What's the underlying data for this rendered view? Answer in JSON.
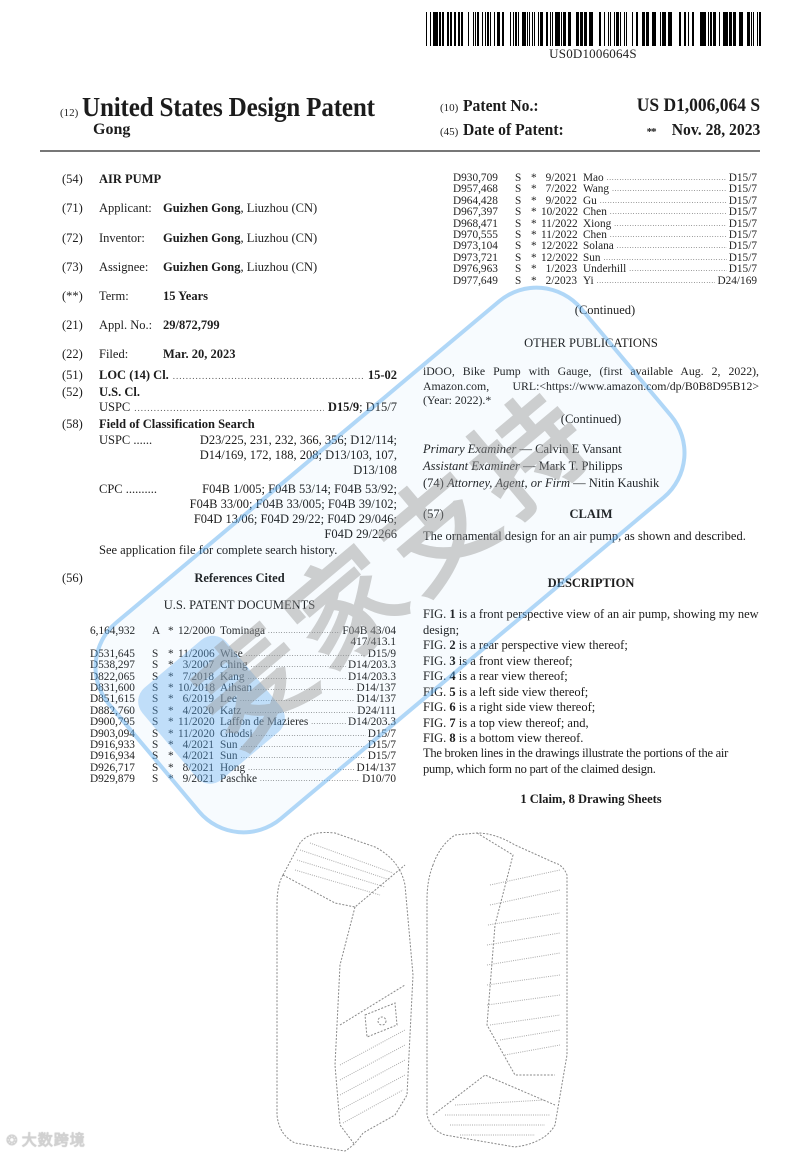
{
  "barcode": {
    "text": "US0D1006064S"
  },
  "header": {
    "inid_12": "(12)",
    "title": "United States Design Patent",
    "inventor_surname": "Gong",
    "patent_no": {
      "inid": "(10)",
      "label": "Patent No.:",
      "value": "US D1,006,064 S"
    },
    "date_of_patent": {
      "inid": "(45)",
      "label": "Date of Patent:",
      "marker": "**",
      "value": "Nov. 28, 2023"
    }
  },
  "biblio": {
    "title": {
      "inid": "(54)",
      "value": "AIR PUMP"
    },
    "applicant": {
      "inid": "(71)",
      "label": "Applicant:",
      "name": "Guizhen Gong",
      "location": ", Liuzhou (CN)"
    },
    "inventor": {
      "inid": "(72)",
      "label": "Inventor:",
      "name": "Guizhen Gong",
      "location": ", Liuzhou (CN)"
    },
    "assignee": {
      "inid": "(73)",
      "label": "Assignee:",
      "name": "Guizhen Gong",
      "location": ", Liuzhou (CN)"
    },
    "term": {
      "inid": "(**)",
      "label": "Term:",
      "value": "15 Years"
    },
    "appl_no": {
      "inid": "(21)",
      "label": "Appl. No.:",
      "value": "29/872,799"
    },
    "filed": {
      "inid": "(22)",
      "label": "Filed:",
      "value": "Mar. 20, 2023"
    },
    "loc": {
      "inid": "(51)",
      "label": "LOC (14) Cl.",
      "value": "15-02"
    },
    "us_cl": {
      "inid": "(52)",
      "label": "U.S. Cl.",
      "sub_label": "USPC",
      "value_bold": "D15/9",
      "value_rest": "; D15/7"
    },
    "field_search": {
      "inid": "(58)",
      "label": "Field of Classification Search",
      "uspc_label": "USPC ......",
      "uspc_lines": [
        "D23/225, 231, 232, 366, 356; D12/114;",
        "D14/169, 172, 188, 208; D13/103, 107,",
        "D13/108"
      ],
      "cpc_label": "CPC ..........",
      "cpc_lines": [
        "F04B 1/005; F04B 53/14; F04B 53/92;",
        "F04B 33/00; F04B 33/005; F04B 39/102;",
        "F04D 13/06; F04D 29/22; F04D 29/046;",
        "F04D 29/2266"
      ],
      "note": "See application file for complete search history."
    }
  },
  "references": {
    "inid": "(56)",
    "heading": "References Cited",
    "subheading": "U.S. PATENT DOCUMENTS",
    "left_list": [
      {
        "no": "6,164,932",
        "kind": "A",
        "star": "*",
        "date": "12/2000",
        "name": "Tominaga",
        "cl": "F04B 43/04",
        "cl2": "417/413.1"
      },
      {
        "no": "D531,645",
        "kind": "S",
        "star": "*",
        "date": "11/2006",
        "name": "Wise",
        "cl": "D15/9"
      },
      {
        "no": "D538,297",
        "kind": "S",
        "star": "*",
        "date": "3/2007",
        "name": "Ching",
        "cl": "D14/203.3"
      },
      {
        "no": "D822,065",
        "kind": "S",
        "star": "*",
        "date": "7/2018",
        "name": "Kang",
        "cl": "D14/203.3"
      },
      {
        "no": "D831,600",
        "kind": "S",
        "star": "*",
        "date": "10/2018",
        "name": "Aihsan",
        "cl": "D14/137"
      },
      {
        "no": "D851,615",
        "kind": "S",
        "star": "*",
        "date": "6/2019",
        "name": "Lee",
        "cl": "D14/137"
      },
      {
        "no": "D882,760",
        "kind": "S",
        "star": "*",
        "date": "4/2020",
        "name": "Katz",
        "cl": "D24/111"
      },
      {
        "no": "D900,795",
        "kind": "S",
        "star": "*",
        "date": "11/2020",
        "name": "Laffon de Mazieres",
        "cl": "D14/203.3"
      },
      {
        "no": "D903,094",
        "kind": "S",
        "star": "*",
        "date": "11/2020",
        "name": "Ghodsi",
        "cl": "D15/7"
      },
      {
        "no": "D916,933",
        "kind": "S",
        "star": "*",
        "date": "4/2021",
        "name": "Sun",
        "cl": "D15/7"
      },
      {
        "no": "D916,934",
        "kind": "S",
        "star": "*",
        "date": "4/2021",
        "name": "Sun",
        "cl": "D15/7"
      },
      {
        "no": "D926,717",
        "kind": "S",
        "star": "*",
        "date": "8/2021",
        "name": "Hong",
        "cl": "D14/137"
      },
      {
        "no": "D929,879",
        "kind": "S",
        "star": "*",
        "date": "9/2021",
        "name": "Paschke",
        "cl": "D10/70"
      }
    ],
    "right_list": [
      {
        "no": "D930,709",
        "kind": "S",
        "star": "*",
        "date": "9/2021",
        "name": "Mao",
        "cl": "D15/7"
      },
      {
        "no": "D957,468",
        "kind": "S",
        "star": "*",
        "date": "7/2022",
        "name": "Wang",
        "cl": "D15/7"
      },
      {
        "no": "D964,428",
        "kind": "S",
        "star": "*",
        "date": "9/2022",
        "name": "Gu",
        "cl": "D15/7"
      },
      {
        "no": "D967,397",
        "kind": "S",
        "star": "*",
        "date": "10/2022",
        "name": "Chen",
        "cl": "D15/7"
      },
      {
        "no": "D968,471",
        "kind": "S",
        "star": "*",
        "date": "11/2022",
        "name": "Xiong",
        "cl": "D15/7"
      },
      {
        "no": "D970,555",
        "kind": "S",
        "star": "*",
        "date": "11/2022",
        "name": "Chen",
        "cl": "D15/7"
      },
      {
        "no": "D973,104",
        "kind": "S",
        "star": "*",
        "date": "12/2022",
        "name": "Solana",
        "cl": "D15/7"
      },
      {
        "no": "D973,721",
        "kind": "S",
        "star": "*",
        "date": "12/2022",
        "name": "Sun",
        "cl": "D15/7"
      },
      {
        "no": "D976,963",
        "kind": "S",
        "star": "*",
        "date": "1/2023",
        "name": "Underhill",
        "cl": "D15/7"
      },
      {
        "no": "D977,649",
        "kind": "S",
        "star": "*",
        "date": "2/2023",
        "name": "Yi",
        "cl": "D24/169"
      }
    ],
    "continued": "(Continued)"
  },
  "other_publications": {
    "heading": "OTHER PUBLICATIONS",
    "text": "iDOO, Bike Pump with Gauge, (first available Aug. 2, 2022), Amazon.com, URL:<https://www.amazon.com/dp/B0B8D95B12> (Year: 2022).*",
    "continued": "(Continued)"
  },
  "examiners": {
    "primary_label": "Primary Examiner",
    "primary_name": "— Calvin E Vansant",
    "assistant_label": "Assistant Examiner",
    "assistant_name": "— Mark T. Philipps",
    "attorney_inid": "(74)",
    "attorney_label": "Attorney, Agent, or Firm",
    "attorney_name": "— Nitin Kaushik"
  },
  "claim": {
    "inid": "(57)",
    "heading": "CLAIM",
    "text": "The ornamental design for an air pump, as shown and described."
  },
  "description": {
    "heading": "DESCRIPTION",
    "figures": [
      {
        "prefix": "FIG. ",
        "num": "1",
        "text": " is a front perspective view of an air pump, showing my new design;"
      },
      {
        "prefix": "FIG. ",
        "num": "2",
        "text": " is a rear perspective view thereof;"
      },
      {
        "prefix": "FIG. ",
        "num": "3",
        "text": " is a front view thereof;"
      },
      {
        "prefix": "FIG. ",
        "num": "4",
        "text": " is a rear view thereof;"
      },
      {
        "prefix": "FIG. ",
        "num": "5",
        "text": " is a left side view thereof;"
      },
      {
        "prefix": "FIG. ",
        "num": "6",
        "text": " is a right side view thereof;"
      },
      {
        "prefix": "FIG. ",
        "num": "7",
        "text": " is a top view thereof; and,"
      },
      {
        "prefix": "FIG. ",
        "num": "8",
        "text": " is a bottom view thereof."
      }
    ],
    "broken_lines_note": "The broken lines in the drawings illustrate the portions of the air pump, which form no part of the claimed design.",
    "summary": "1 Claim, 8 Drawing Sheets"
  },
  "watermarks": {
    "center_chars": "麦家支持",
    "footer_text": "大数跨境"
  }
}
